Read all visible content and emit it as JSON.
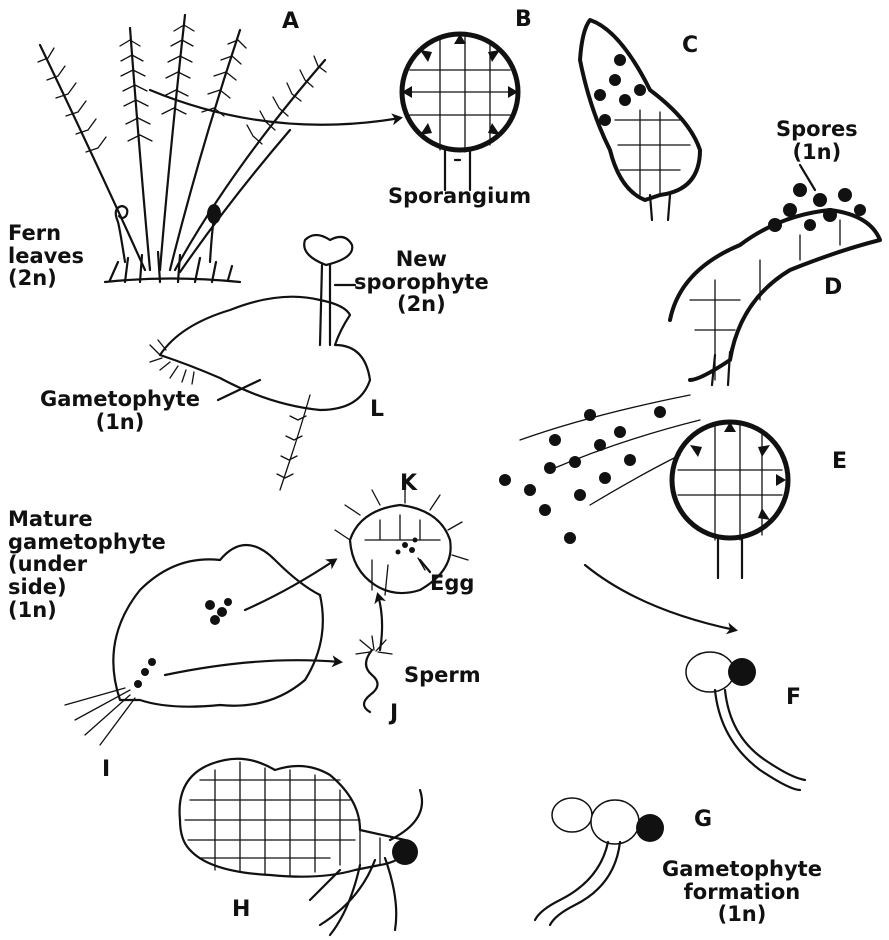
{
  "panels": {
    "A": "A",
    "B": "B",
    "C": "C",
    "D": "D",
    "E": "E",
    "F": "F",
    "G": "G",
    "H": "H",
    "I": "I",
    "J": "J",
    "K": "K",
    "L": "L"
  },
  "labels": {
    "fern_leaves": "Fern\nleaves\n(2n)",
    "sporangium": "Sporangium",
    "spores": "Spores\n(1n)",
    "new_sporophyte": "New\nsporophyte\n(2n)",
    "gametophyte": "Gametophyte\n(1n)",
    "mature_gametophyte": "Mature\ngametophyte\n(under\nside)\n(1n)",
    "egg": "Egg",
    "sperm": "Sperm",
    "gametophyte_formation": "Gametophyte\nformation\n(1n)"
  },
  "colors": {
    "ink": "#111111",
    "background": "#ffffff"
  }
}
